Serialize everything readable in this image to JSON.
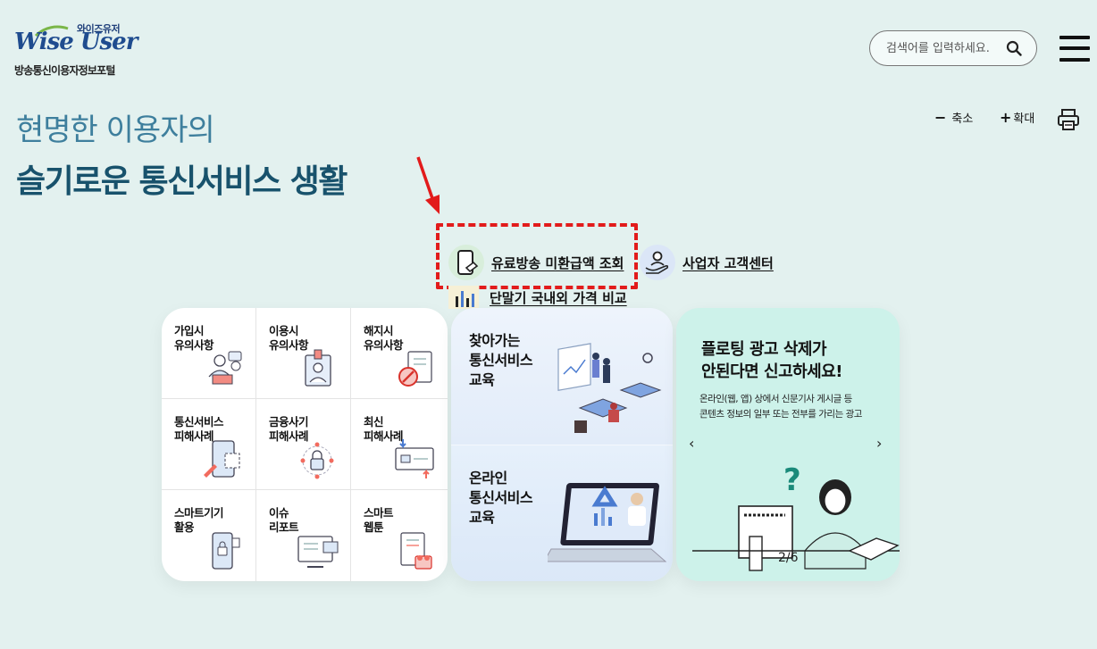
{
  "header": {
    "logo_small": "와이즈유저",
    "logo_main": "Wise User",
    "logo_sub": "방송통신이용자정보포털",
    "search_placeholder": "검색어를 입력하세요."
  },
  "hero": {
    "line1": "현명한 이용자의",
    "line2": "슬기로운 통신서비스 생활"
  },
  "controls": {
    "zoom_out_symbol": "−",
    "zoom_out_label": "축소",
    "zoom_in_symbol": "+",
    "zoom_in_label": "확대"
  },
  "quick_links": [
    {
      "label": "유료방송 미환급액 조회",
      "icon": "phone-refund-icon"
    },
    {
      "label": "사업자 고객센터",
      "icon": "customer-center-icon"
    },
    {
      "label": "단말기 국내외 가격 비교",
      "icon": "chart-compare-icon"
    }
  ],
  "tiles": [
    {
      "label": "가입시\n유의사항"
    },
    {
      "label": "이용시\n유의사항"
    },
    {
      "label": "해지시\n유의사항"
    },
    {
      "label": "통신서비스\n피해사례"
    },
    {
      "label": "금융사기\n피해사례"
    },
    {
      "label": "최신\n피해사례"
    },
    {
      "label": "스마트기기\n활용"
    },
    {
      "label": "이슈\n리포트"
    },
    {
      "label": "스마트\n웹툰"
    }
  ],
  "education": [
    {
      "title": "찾아가는\n통신서비스\n교육"
    },
    {
      "title": "온라인\n통신서비스\n교육"
    }
  ],
  "banner": {
    "title": "플로팅 광고 삭제가\n안된다면 신고하세요!",
    "desc": "온라인(웹, 앱) 상에서 신문기사 게시글 등\n콘텐츠 정보의 일부 또는 전부를 가리는 광고",
    "prev": "‹",
    "next": "›",
    "counter": "2/6"
  },
  "colors": {
    "background": "#e3f1ef",
    "headline_light": "#3e7f9d",
    "headline_dark": "#18526c",
    "annotation": "#e21b1b"
  }
}
